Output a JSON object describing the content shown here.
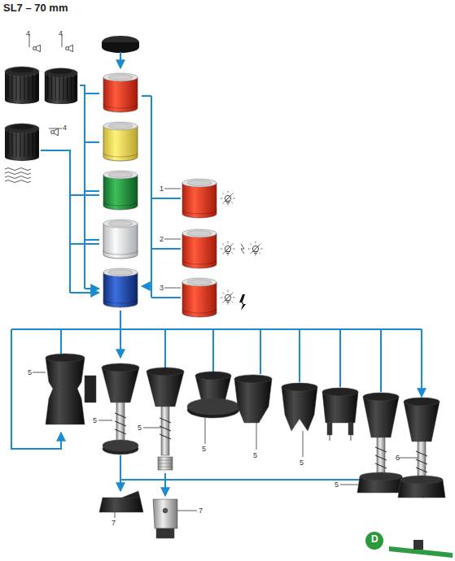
{
  "diagram": {
    "title": "SL7 – 70 mm",
    "labels": [
      "4",
      "4",
      "4",
      "1",
      "2",
      "3",
      "5",
      "5",
      "5",
      "5",
      "5",
      "5",
      "6",
      "5",
      "7",
      "7",
      "D"
    ]
  }
}
